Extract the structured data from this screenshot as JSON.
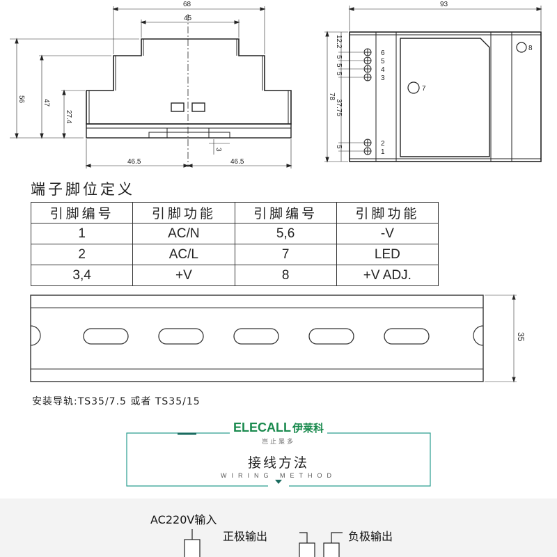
{
  "side_view": {
    "dims": {
      "width_total": "68",
      "width_top": "45",
      "height_total": "56",
      "height_mid": "47",
      "height_low": "27.4",
      "clip": "3",
      "half_left": "46.5",
      "half_right": "46.5"
    }
  },
  "front_view": {
    "dims": {
      "width": "93",
      "height": "78",
      "pitch_top": "12.2",
      "pitch_a": "5",
      "pitch_b": "5",
      "pitch_c": "5",
      "pitch_mid": "37.75",
      "pitch_bottom": "5"
    },
    "terminals": [
      "6",
      "5",
      "4",
      "3",
      "2",
      "1"
    ],
    "led_label": "7",
    "adj_label": "8"
  },
  "pin_section": {
    "title": "端子脚位定义",
    "headers": [
      "引脚编号",
      "引脚功能",
      "引脚编号",
      "引脚功能"
    ],
    "rows": [
      [
        "1",
        "AC/N",
        "5,6",
        "-V"
      ],
      [
        "2",
        "AC/L",
        "7",
        "LED"
      ],
      [
        "3,4",
        "+V",
        "8",
        "+V ADJ."
      ]
    ]
  },
  "rail": {
    "height_label": "35",
    "note": "安装导轨:TS35/7.5 或者 TS35/15"
  },
  "brand": {
    "logo_en": "ELECALL",
    "logo_cn": "伊莱科",
    "slogan": "岂止是多",
    "brand_color": "#1a8a4e",
    "accent_color": "#2a9d8f"
  },
  "wiring": {
    "title": "接线方法",
    "subtitle": "WIRING METHOD",
    "label_ac_input": "AC220V输入",
    "label_positive_out": "正极输出",
    "label_negative_out": "负极输出"
  }
}
